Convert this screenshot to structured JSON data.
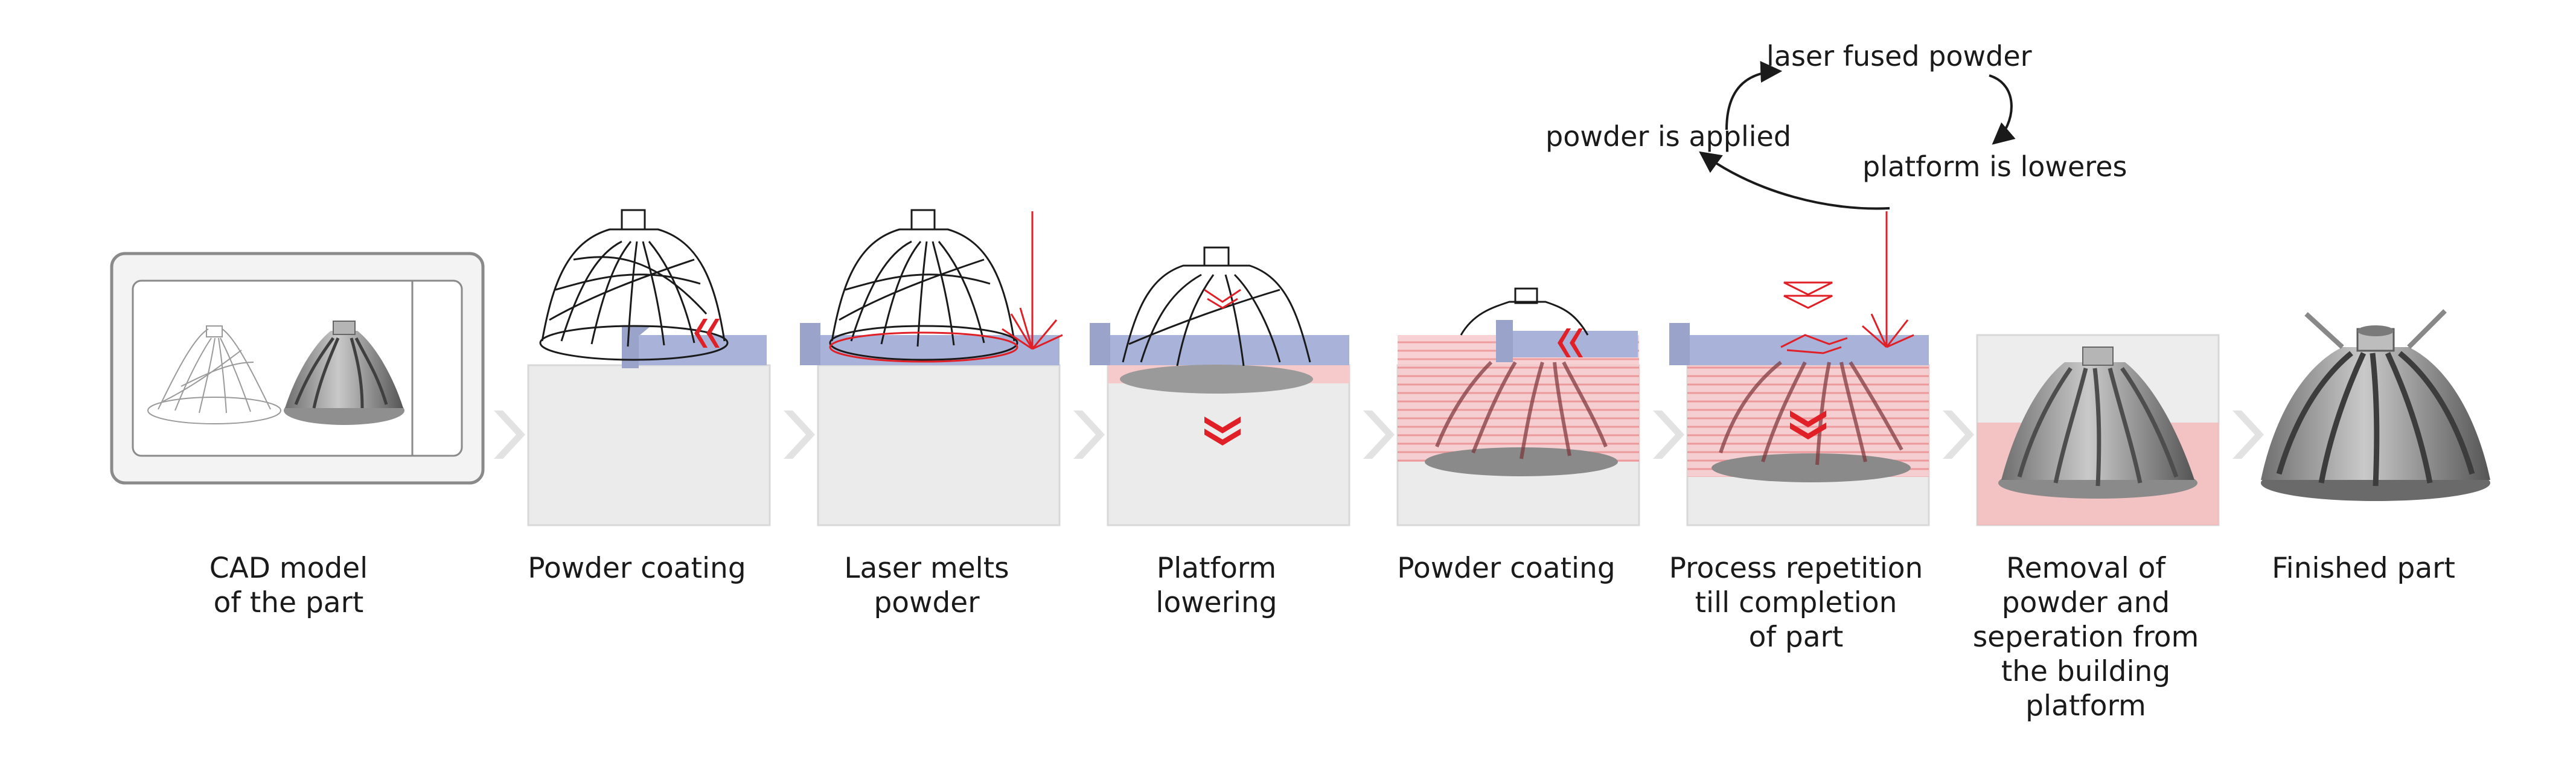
{
  "colors": {
    "accent_red": "#e01f26",
    "platform_blue": "#a9b2d9",
    "box_grey": "#e8e8e8",
    "arrow_grey": "#e2e2e2",
    "text": "#1a1a1a"
  },
  "cycle": {
    "top": "laser fused powder",
    "left": "powder is applied",
    "right": "platform is loweres"
  },
  "steps": [
    {
      "label": "CAD model\nof the part"
    },
    {
      "label": "Powder coating"
    },
    {
      "label": "Laser melts\npowder"
    },
    {
      "label": "Platform\nlowering"
    },
    {
      "label": "Powder coating"
    },
    {
      "label": "Process repetition\ntill completion\nof part"
    },
    {
      "label": "Removal of\npowder and\nseperation from\nthe building\nplatform"
    },
    {
      "label": "Finished part"
    }
  ]
}
